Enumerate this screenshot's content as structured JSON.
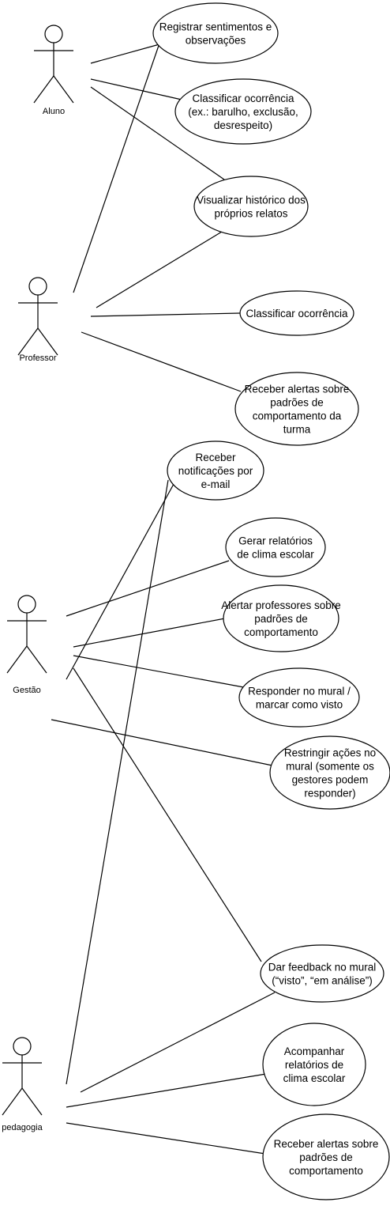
{
  "actors": [
    {
      "id": "aluno",
      "label": "Aluno"
    },
    {
      "id": "professor",
      "label": "Professor"
    },
    {
      "id": "gestao",
      "label": "Gestão"
    },
    {
      "id": "pedagogia",
      "label": "pedagogia"
    }
  ],
  "use_cases": [
    {
      "id": "uc1",
      "lines": [
        "Registrar sentimentos e",
        "observações"
      ]
    },
    {
      "id": "uc2",
      "lines": [
        "Classificar ocorrência",
        "(ex.: barulho, exclusão,",
        "desrespeito)"
      ]
    },
    {
      "id": "uc3",
      "lines": [
        "Visualizar histórico dos",
        "próprios relatos"
      ]
    },
    {
      "id": "uc4",
      "lines": [
        "Classificar ocorrência"
      ]
    },
    {
      "id": "uc5",
      "lines": [
        "Receber alertas sobre",
        "padrões de",
        "comportamento da",
        "turma"
      ]
    },
    {
      "id": "uc6",
      "lines": [
        "Receber",
        "notificações por",
        "e-mail"
      ]
    },
    {
      "id": "uc7",
      "lines": [
        "Gerar relatórios",
        "de clima escolar"
      ]
    },
    {
      "id": "uc8",
      "lines": [
        "Alertar professores sobre",
        "padrões de",
        "comportamento"
      ]
    },
    {
      "id": "uc9",
      "lines": [
        "Responder no mural /",
        "marcar como visto"
      ]
    },
    {
      "id": "uc10",
      "lines": [
        "Restringir ações no",
        "mural (somente os",
        "gestores podem",
        "responder)"
      ]
    },
    {
      "id": "uc11",
      "lines": [
        "Dar feedback no mural",
        "(“visto”, “em análise”)"
      ]
    },
    {
      "id": "uc12",
      "lines": [
        "Acompanhar",
        "relatórios de",
        "clima escolar"
      ]
    },
    {
      "id": "uc13",
      "lines": [
        "Receber alertas sobre",
        "padrões de",
        "comportamento"
      ]
    }
  ],
  "associations": [
    {
      "actor": "aluno",
      "use_case": "uc1"
    },
    {
      "actor": "aluno",
      "use_case": "uc2"
    },
    {
      "actor": "aluno",
      "use_case": "uc3"
    },
    {
      "actor": "professor",
      "use_case": "uc1"
    },
    {
      "actor": "professor",
      "use_case": "uc3"
    },
    {
      "actor": "professor",
      "use_case": "uc4"
    },
    {
      "actor": "professor",
      "use_case": "uc5"
    },
    {
      "actor": "gestao",
      "use_case": "uc6"
    },
    {
      "actor": "gestao",
      "use_case": "uc7"
    },
    {
      "actor": "gestao",
      "use_case": "uc8"
    },
    {
      "actor": "gestao",
      "use_case": "uc9"
    },
    {
      "actor": "gestao",
      "use_case": "uc10"
    },
    {
      "actor": "gestao",
      "use_case": "uc11"
    },
    {
      "actor": "pedagogia",
      "use_case": "uc6"
    },
    {
      "actor": "pedagogia",
      "use_case": "uc11"
    },
    {
      "actor": "pedagogia",
      "use_case": "uc12"
    },
    {
      "actor": "pedagogia",
      "use_case": "uc13"
    }
  ]
}
